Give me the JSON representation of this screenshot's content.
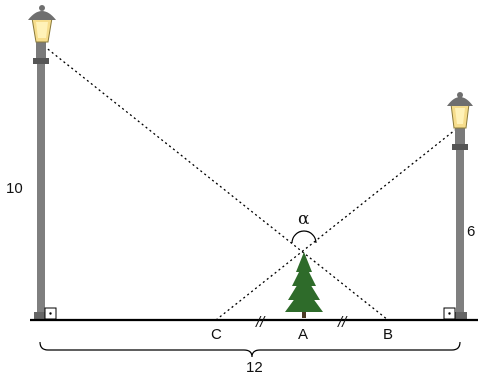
{
  "labels": {
    "left_height": "10",
    "right_height": "6",
    "width": "12",
    "point_c": "C",
    "point_a": "A",
    "point_b": "B",
    "angle": "α",
    "tick_left": "//",
    "tick_right": "//"
  },
  "colors": {
    "pole": "#7f7f7f",
    "lamp_glass": "#f6dd8c",
    "lamp_glow": "#fff2b8",
    "lamp_cap": "#6f6f6f",
    "tree": "#2e6b2a",
    "line": "#000000"
  },
  "icons": {
    "left_lamp": "street-lamp-icon",
    "right_lamp": "street-lamp-icon",
    "tree": "pine-tree-icon",
    "right_angle": "right-angle-marker-icon"
  }
}
